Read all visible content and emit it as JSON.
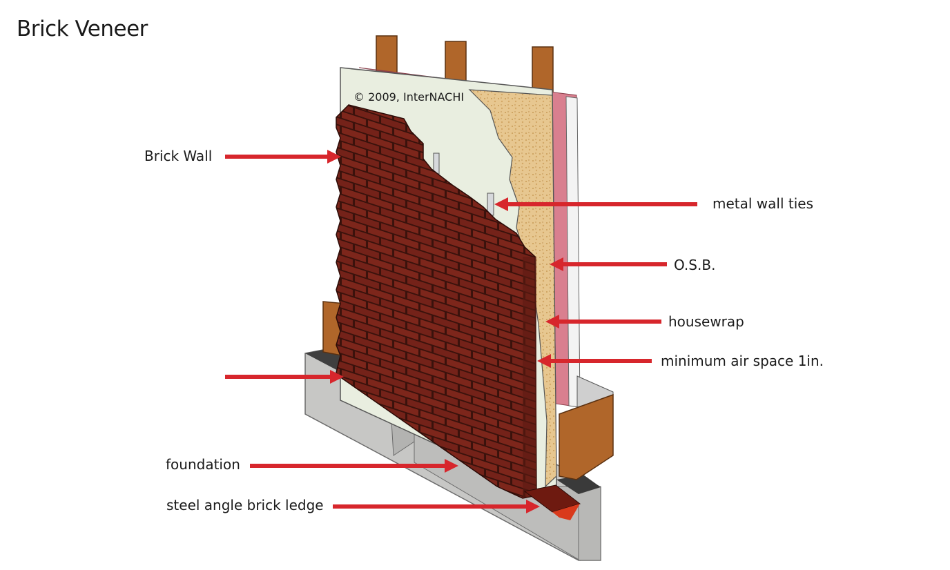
{
  "title": "Brick Veneer",
  "copyright": "© 2009, InterNACHI",
  "labels": {
    "brick_wall": "Brick Wall",
    "metal_wall_ties": "metal wall ties",
    "osb": "O.S.B.",
    "housewrap": "housewrap",
    "air_space": "minimum air space 1in.",
    "foundation": "foundation",
    "brick_ledge": "steel angle brick ledge"
  },
  "colors": {
    "arrow": "#d7262c",
    "brick": "#7d261b",
    "mortar": "#3a120c",
    "stud": "#b0662a",
    "osb": "#e6c48a",
    "housewrap": "#e9eee0",
    "sheathing_edge": "#d97f8f",
    "concrete": "#c9c9c7"
  }
}
